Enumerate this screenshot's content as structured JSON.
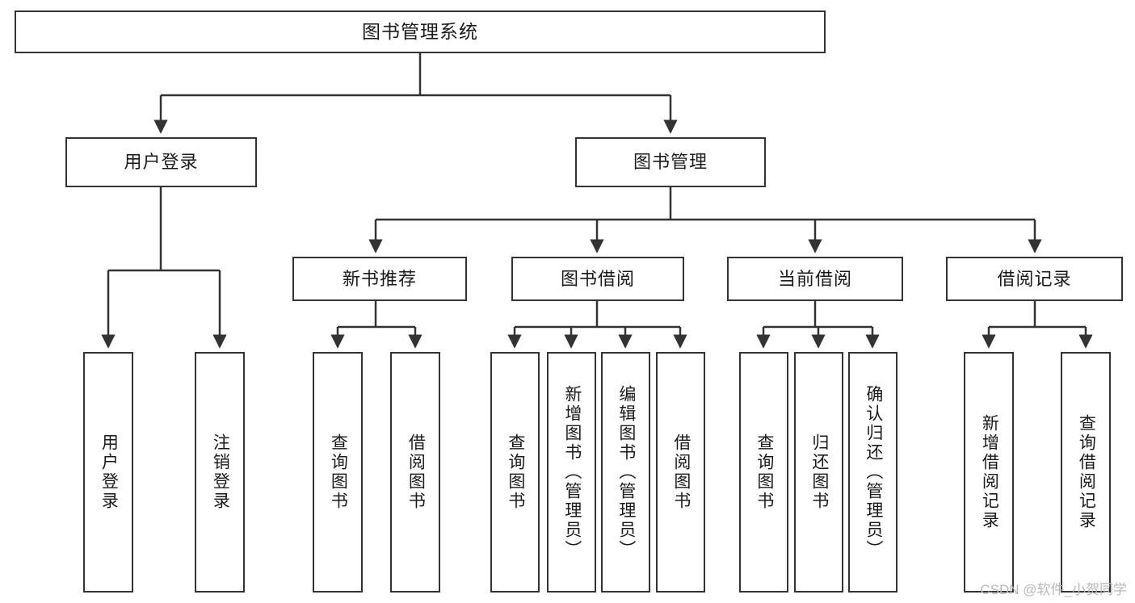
{
  "diagram": {
    "type": "tree-hierarchy",
    "title": "图书管理系统",
    "watermark": "CSDN @软件_小贺同学",
    "colors": {
      "stroke": "#333333",
      "fill": "#ffffff",
      "text": "#1a1a1a",
      "watermark": "#b8b8b8"
    },
    "nodes": {
      "root": {
        "label": "图书管理系统",
        "level": 1
      },
      "level2": [
        {
          "id": "user-login",
          "label": "用户登录"
        },
        {
          "id": "book-manage",
          "label": "图书管理"
        }
      ],
      "level3": [
        {
          "id": "new-book-rec",
          "label": "新书推荐",
          "parent": "book-manage"
        },
        {
          "id": "book-borrow",
          "label": "图书借阅",
          "parent": "book-manage"
        },
        {
          "id": "current-borrow",
          "label": "当前借阅",
          "parent": "book-manage"
        },
        {
          "id": "borrow-record",
          "label": "借阅记录",
          "parent": "book-manage"
        }
      ],
      "leaves": [
        {
          "id": "leaf-user-login",
          "label": "用户登录",
          "parent": "user-login"
        },
        {
          "id": "leaf-logout",
          "label": "注销登录",
          "parent": "user-login"
        },
        {
          "id": "leaf-query-book-1",
          "label": "查询图书",
          "parent": "new-book-rec"
        },
        {
          "id": "leaf-borrow-book-1",
          "label": "借阅图书",
          "parent": "new-book-rec"
        },
        {
          "id": "leaf-query-book-2",
          "label": "查询图书",
          "parent": "book-borrow"
        },
        {
          "id": "leaf-add-book",
          "label": "新增图书（管理员）",
          "parent": "book-borrow"
        },
        {
          "id": "leaf-edit-book",
          "label": "编辑图书（管理员）",
          "parent": "book-borrow"
        },
        {
          "id": "leaf-borrow-book-2",
          "label": "借阅图书",
          "parent": "book-borrow"
        },
        {
          "id": "leaf-query-book-3",
          "label": "查询图书",
          "parent": "current-borrow"
        },
        {
          "id": "leaf-return-book",
          "label": "归还图书",
          "parent": "current-borrow"
        },
        {
          "id": "leaf-confirm-return",
          "label": "确认归还（管理员）",
          "parent": "current-borrow"
        },
        {
          "id": "leaf-add-record",
          "label": "新增借阅记录",
          "parent": "borrow-record"
        },
        {
          "id": "leaf-query-record",
          "label": "查询借阅记录",
          "parent": "borrow-record"
        }
      ]
    }
  }
}
